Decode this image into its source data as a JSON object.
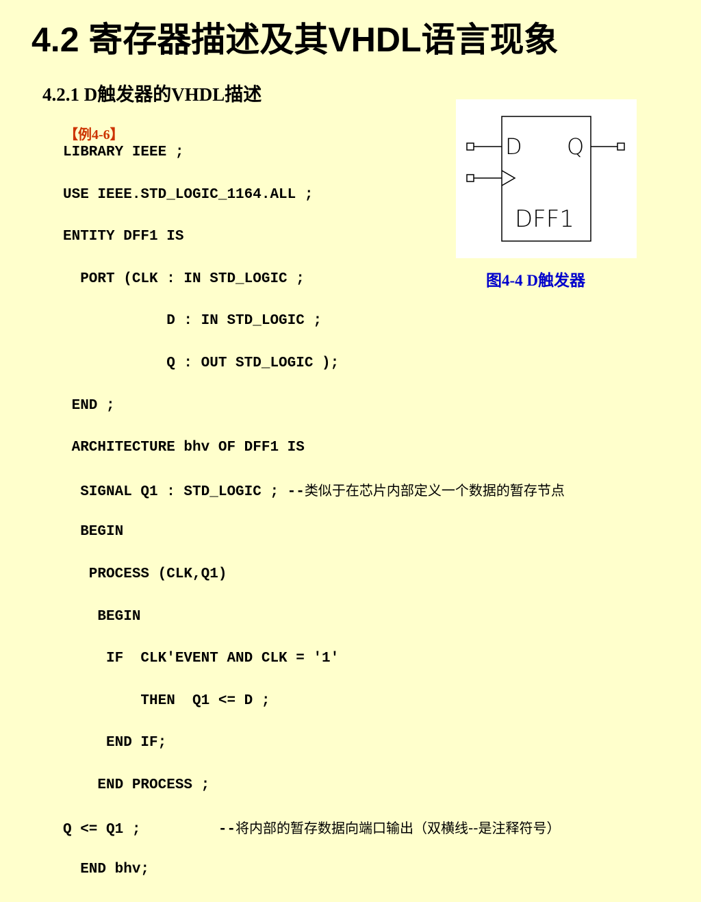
{
  "slide": {
    "title": "4.2  寄存器描述及其VHDL语言现象",
    "subtitle": "4.2.1  D触发器的VHDL描述",
    "example_label": "【例4-6】"
  },
  "code": [
    {
      "text": "LIBRARY IEEE ;"
    },
    {
      "text": "USE IEEE.STD_LOGIC_1164.ALL ;"
    },
    {
      "text": "ENTITY DFF1 IS"
    },
    {
      "text": "  PORT (CLK : IN STD_LOGIC ;"
    },
    {
      "text": "            D : IN STD_LOGIC ;"
    },
    {
      "text": "            Q : OUT STD_LOGIC );"
    },
    {
      "text": " END ;"
    },
    {
      "text": " ARCHITECTURE bhv OF DFF1 IS"
    },
    {
      "text": "  SIGNAL Q1 : STD_LOGIC ; --",
      "comment": "类似于在芯片内部定义一个数据的暂存节点"
    },
    {
      "text": "  BEGIN"
    },
    {
      "text": "   PROCESS (CLK,Q1)"
    },
    {
      "text": "    BEGIN"
    },
    {
      "text": "     IF  CLK'EVENT AND CLK = '1'"
    },
    {
      "text": "         THEN  Q1 <= D ;"
    },
    {
      "text": "     END IF;"
    },
    {
      "text": "    END PROCESS ;"
    },
    {
      "text": "Q <= Q1 ;         --",
      "comment": "将内部的暂存数据向端口输出（双横线--是注释符号）"
    },
    {
      "text": "  END bhv;"
    }
  ],
  "figure": {
    "pin_d": "D",
    "pin_q": "Q",
    "block_name": "DFF1",
    "caption": "图4-4  D触发器"
  }
}
